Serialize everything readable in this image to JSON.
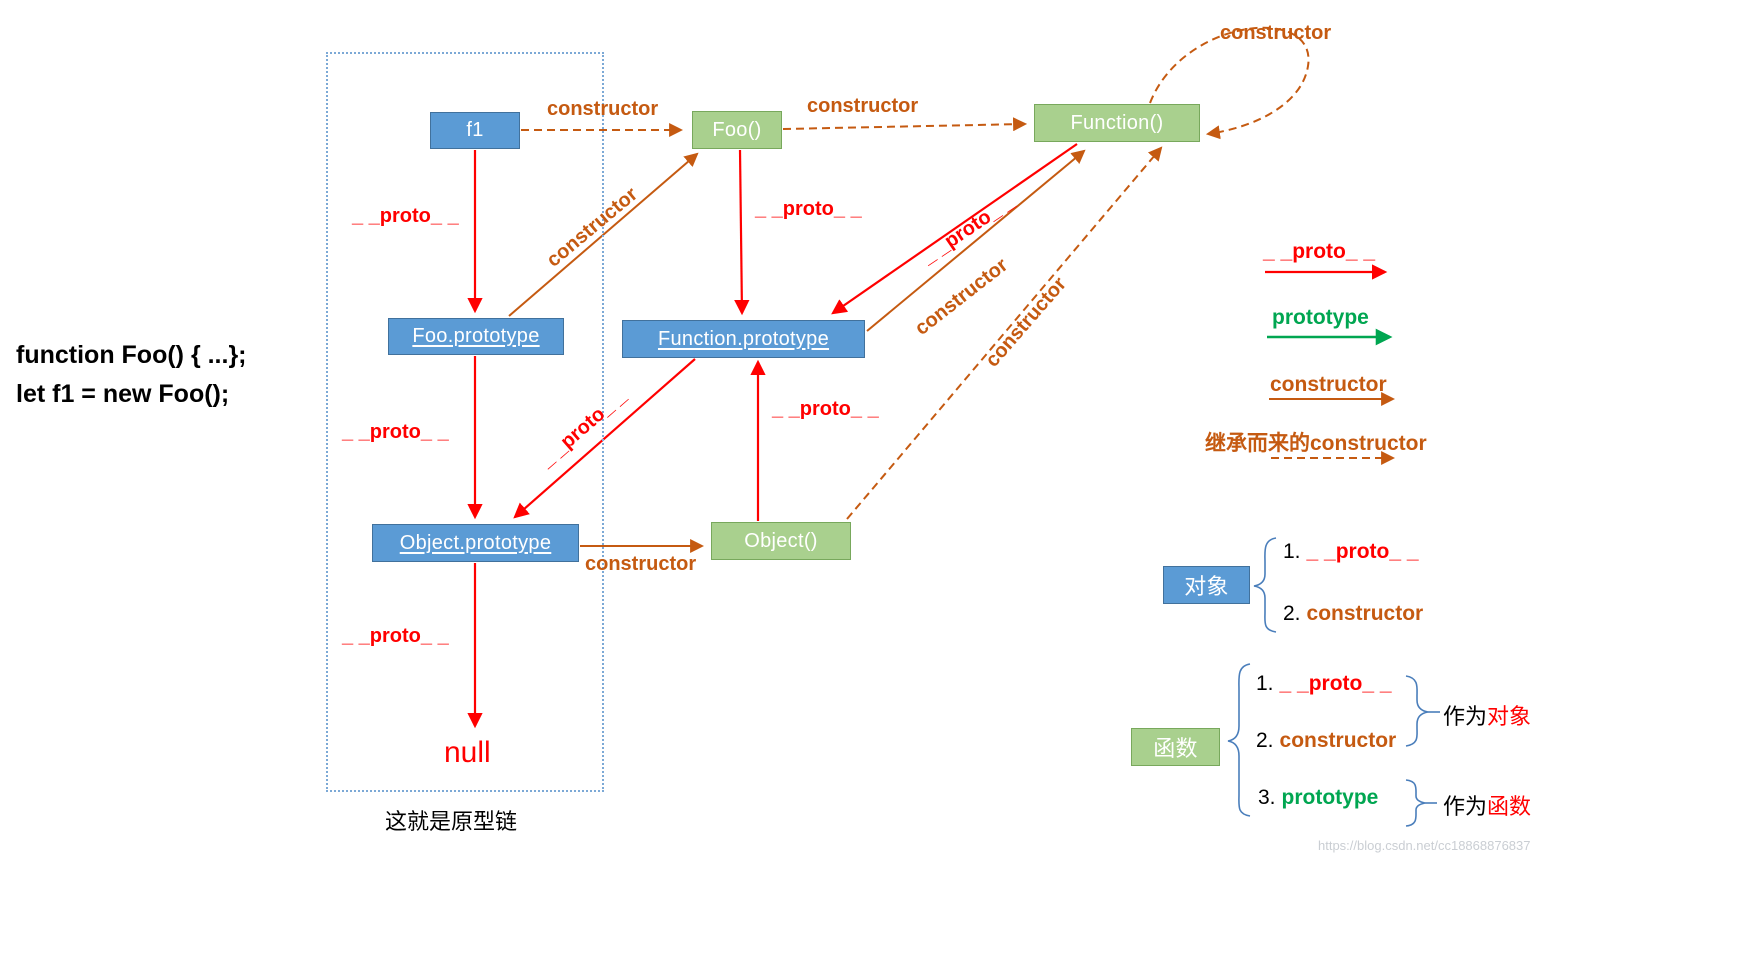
{
  "code": {
    "line1": "function Foo() { ...};",
    "line2": "let f1 = new Foo();"
  },
  "nodes": {
    "f1": "f1",
    "foo": "Foo()",
    "function_ctor": "Function()",
    "foo_prototype": "Foo.prototype",
    "function_prototype": "Function.prototype",
    "object_prototype": "Object.prototype",
    "object_ctor": "Object()",
    "null_value": "null"
  },
  "edge_labels": {
    "proto": "_ _proto_ _",
    "constructor": "constructor"
  },
  "caption": "这就是原型链",
  "legend": {
    "proto": "_ _proto_ _",
    "prototype": "prototype",
    "constructor": "constructor",
    "inherited": "继承而来的constructor"
  },
  "object_summary": {
    "title": "对象",
    "item1_num": "1.",
    "item1": "_ _proto_ _",
    "item2_num": "2.",
    "item2": "constructor"
  },
  "function_summary": {
    "title": "函数",
    "item1_num": "1.",
    "item1": "_ _proto_ _",
    "item2_num": "2.",
    "item2": "constructor",
    "item3_num": "3.",
    "item3": "prototype",
    "as_prefix1": "作为",
    "as_object": "对象",
    "as_prefix2": "作为",
    "as_function": "函数"
  },
  "watermark": "https://blog.csdn.net/cc18868876837",
  "colors": {
    "proto_red": "#ff0000",
    "constructor_orange": "#c55a11",
    "prototype_green": "#00a651",
    "blue_box": "#5b9bd5",
    "green_box": "#a9d08e"
  }
}
